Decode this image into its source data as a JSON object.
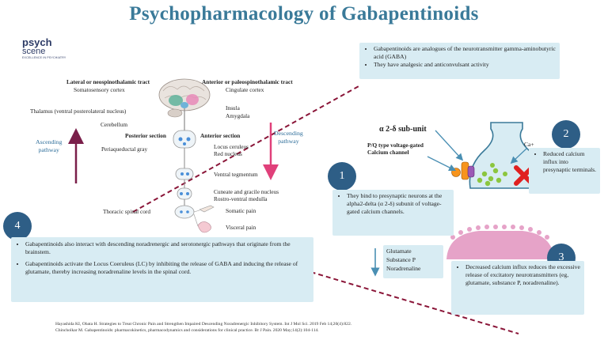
{
  "title": "Psychopharmacology of Gabapentinoids",
  "logo": {
    "line1": "psych",
    "line2": "scene",
    "tagline": "EXCELLENCE IN PSYCHIATRY"
  },
  "anatomy": {
    "lateral_tract": "Lateral or neospinothalamic tract",
    "somatosensory": "Somatosensory cortex",
    "anterior_tract": "Anterior or paleospinothalamic tract",
    "cingulate": "Cingulate cortex",
    "thalamus": "Thalamus (ventral posterolateral nucleus)",
    "insula": "Insula",
    "amygdala": "Amygdala",
    "cerebellum": "Cerebellum",
    "posterior_section": "Posterior section",
    "anterior_section": "Anterior section",
    "periaqueductal": "Periaqueductal gray",
    "locus": "Locus ceruleus",
    "red_nucleus": "Red nucleus",
    "ventral_tegmentum": "Ventral tegmentum",
    "cuneate": "Cuneate and gracile nucleus",
    "rostro": "Rostro-ventral medulla",
    "thoracic": "Thoracic spinal cord",
    "somatic": "Somatic pain",
    "visceral": "Visceral pain",
    "ascending": [
      "Ascending",
      "pathway"
    ],
    "descending": [
      "Descending",
      "pathway"
    ]
  },
  "box_top": [
    "Gabapentinoids are analogues of the neurotransmitter gamma-aminobutyric acid (GABA)",
    "They have analgesic and anticonvulsant activity"
  ],
  "synapse": {
    "subunit": "α 2-δ sub-unit",
    "channel_line1": "P/Q type voltage-gated",
    "channel_line2": "Calcium channel",
    "ca": "Ca+",
    "neurotransmitters": [
      "Glutamate",
      "Substance P",
      "Noradrenaline"
    ]
  },
  "numbers": {
    "n1": "1",
    "n2": "2",
    "n3": "3",
    "n4": "4"
  },
  "box1": [
    "They bind to presynaptic neurons at the alpha2-delta (α 2-δ) subunit of voltage-gated calcium channels."
  ],
  "box2": [
    "Reduced calcium influx into presynaptic terminals."
  ],
  "box3": [
    "Decreased calcium influx reduces the excessive release of excitatory neurotransmitters (eg, glutamate, substance P, noradrenaline)."
  ],
  "box4": [
    "Gabapentinoids also interact with descending noradrenergic and serotonergic pathways that originate from the brainstem.",
    "Gabapentinoids activate the Locus Coeruleus (LC) by inhibiting the release of GABA and inducing the release of glutamate, thereby increasing noradrenaline levels in the spinal cord."
  ],
  "references": [
    "Hayashida KI, Obata H. Strategies to Treat Chronic Pain and Strengthen Impaired Descending Noradrenergic Inhibitory System. Int J Mol Sci. 2019 Feb 14;20(4):822.",
    "Chincholkar M. Gabapentinoids: pharmacokinetics, pharmacodynamics and considerations for clinical practice. Br J Pain. 2020 May;14(2):104-114."
  ],
  "colors": {
    "title": "#3a7a99",
    "box": "#d8ecf3",
    "circle": "#2e5e86",
    "dashed": "#8a1538",
    "ascending": "#7a1f4a",
    "descending": "#e0407a",
    "terminal": "#d8ecf3",
    "postsynaptic": "#e6a3c8"
  }
}
